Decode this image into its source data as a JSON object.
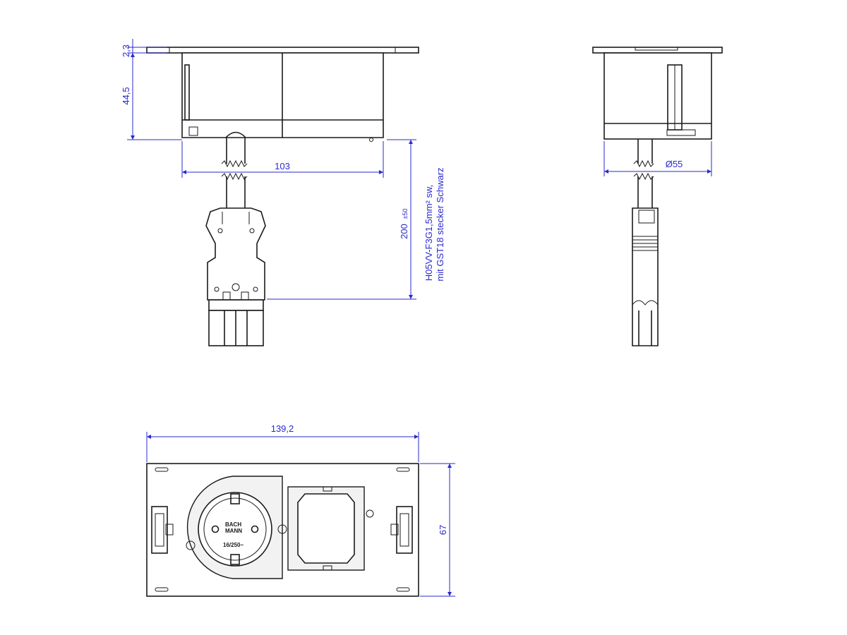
{
  "dimensions": {
    "flange_thickness": "2,3",
    "body_height": "44,5",
    "width_front": "103",
    "diameter_side": "Ø55",
    "cable_length": "200",
    "cable_length_tolerance": "±50",
    "top_width": "139,2",
    "top_height": "67"
  },
  "cable_note": {
    "line1": "H05VV-F3G1,5mm² sw,",
    "line2": "mit GST18 stecker Schwarz"
  },
  "socket_marking": {
    "brand_line1": "BACH",
    "brand_line2": "MANN",
    "rating": "16/250~"
  },
  "colors": {
    "outline": "#1a1a1a",
    "dimension": "#2a2ad0"
  }
}
